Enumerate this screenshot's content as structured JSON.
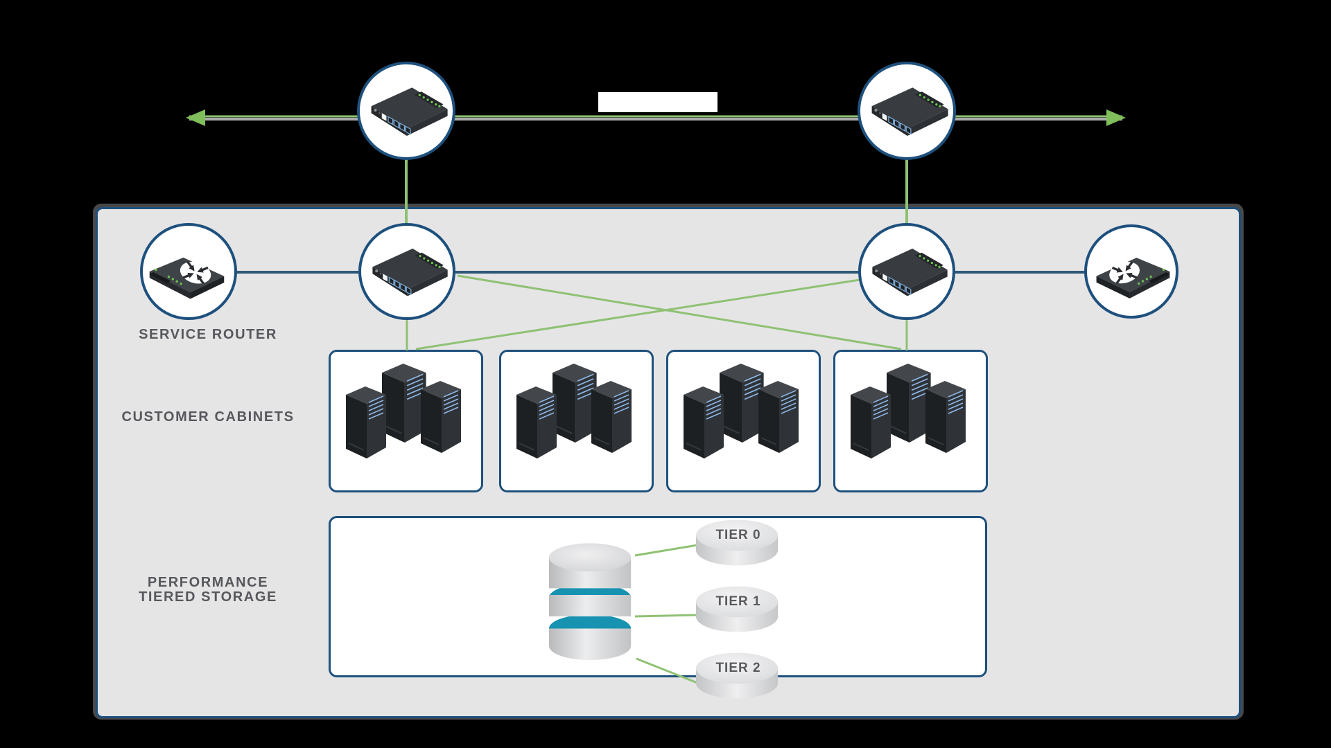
{
  "diagram_title": "",
  "labels": {
    "service_router": "SERVICE ROUTER",
    "customer_cabinets": "CUSTOMER CABINETS",
    "performance_line1": "PERFORMANCE",
    "performance_line2": "TIERED STORAGE"
  },
  "storage": {
    "tiers": [
      "TIER 0",
      "TIER 1",
      "TIER 2"
    ]
  },
  "cabinets": {
    "count": 4
  },
  "icons": {
    "edge_switch": "isometric-network-switch",
    "service_router": "isometric-router-with-converging-arrows",
    "server_rack": "isometric-server-cabinet-towers",
    "storage_database": "stacked-cylinder-database",
    "tier_disk": "flat-cylinder-disk",
    "flow_arrows": "green-left-right-arrows"
  },
  "colors": {
    "background": "#000000",
    "navy": "#1E507D",
    "navy_line": "#2E5878",
    "box_fill": "#E5E5E6",
    "box_shadow": "#47484A",
    "green": "#8FC173",
    "green_arrow": "#7FBE5A",
    "gray_line": "#A9AAAB",
    "teal": "#1792B1",
    "label_text": "#56585C",
    "device_dark": "#2B2E32"
  }
}
